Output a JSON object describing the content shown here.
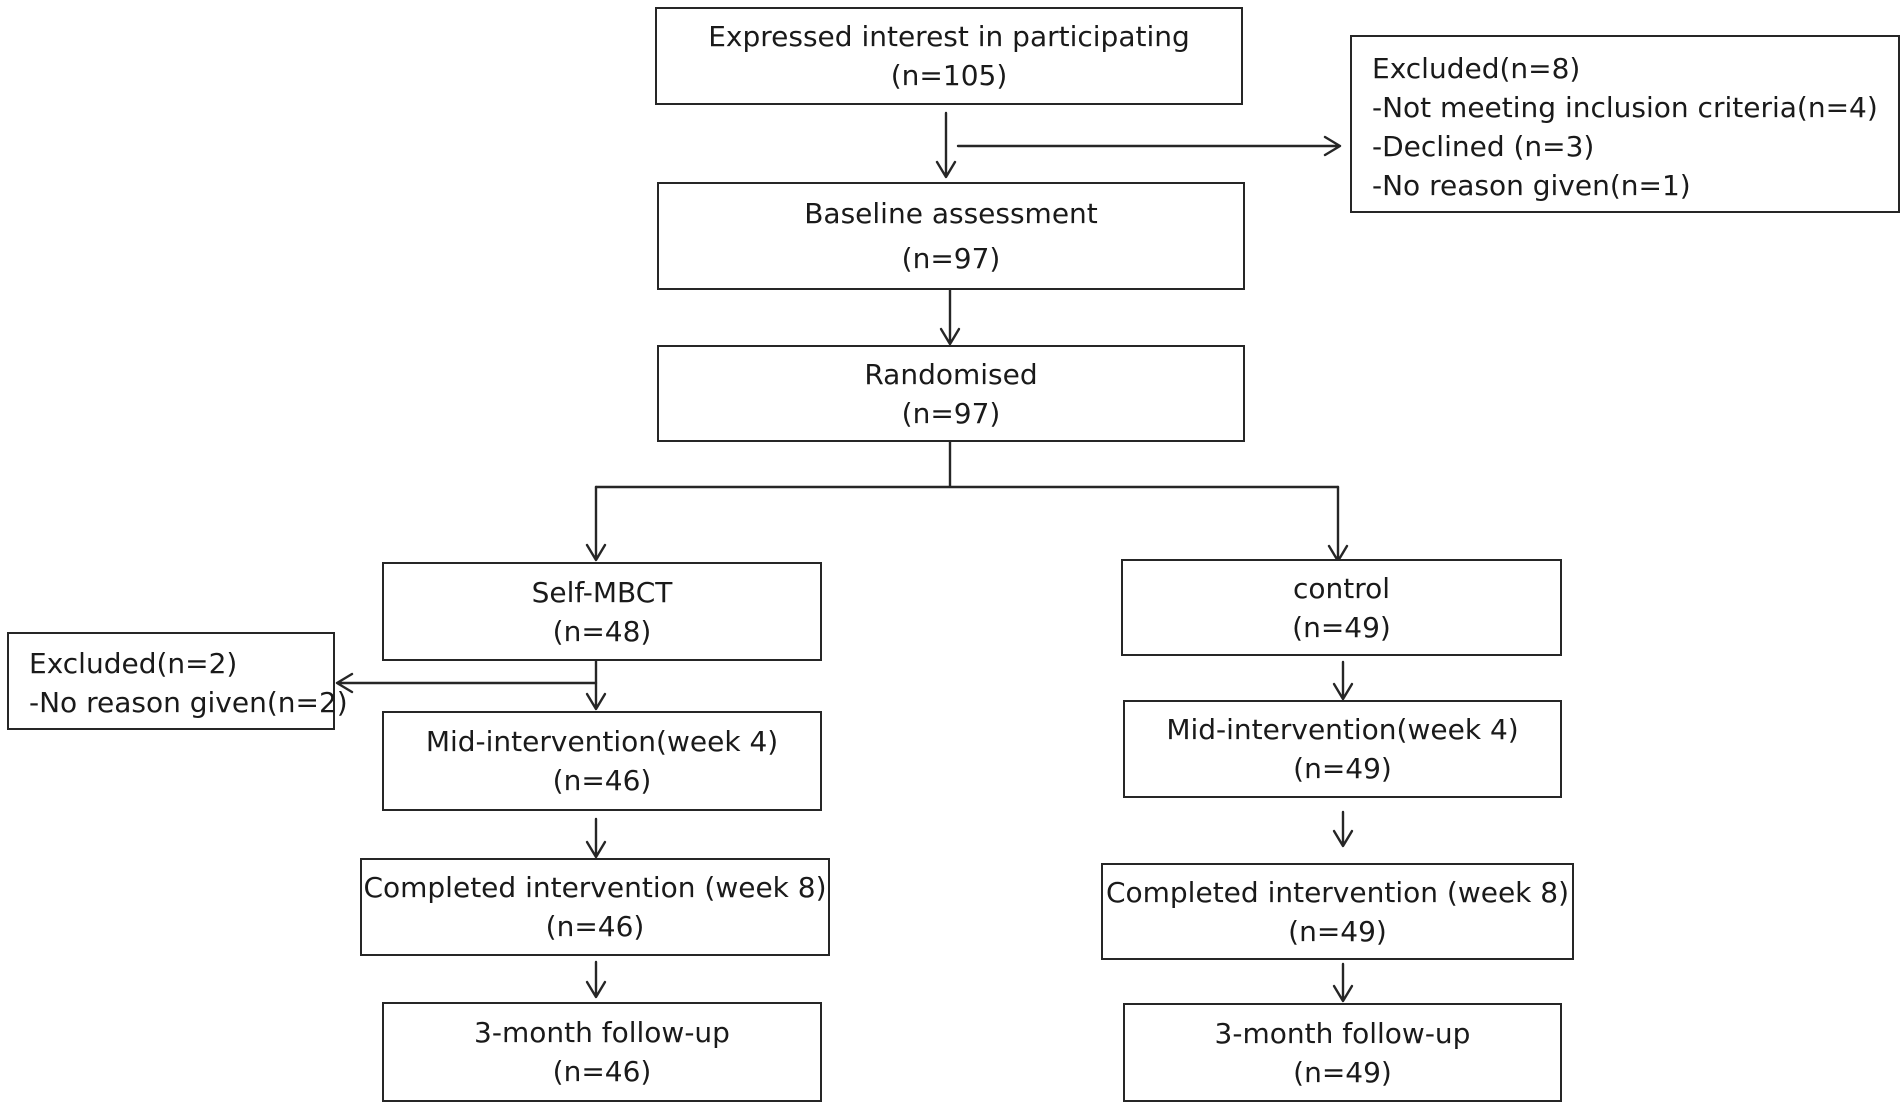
{
  "flowchart": {
    "interest": {
      "title": "Expressed interest in participating",
      "count": "(n=105)"
    },
    "excluded_top": {
      "title": "Excluded(n=8)",
      "reasons": [
        "-Not meeting inclusion criteria(n=4)",
        "-Declined (n=3)",
        "-No reason given(n=1)"
      ]
    },
    "baseline": {
      "title": "Baseline assessment",
      "count": "(n=97)"
    },
    "randomised": {
      "title": "Randomised",
      "count": "(n=97)"
    },
    "self_mbct": {
      "group": {
        "title": "Self-MBCT",
        "count": "(n=48)"
      },
      "excluded": {
        "title": "Excluded(n=2)",
        "reason": "-No reason given(n=2)"
      },
      "mid": {
        "title": "Mid-intervention(week 4)",
        "count": "(n=46)"
      },
      "completed": {
        "title": "Completed intervention (week 8)",
        "count": "(n=46)"
      },
      "followup": {
        "title": "3-month follow-up",
        "count": "(n=46)"
      }
    },
    "control": {
      "group": {
        "title": "control",
        "count": "(n=49)"
      },
      "mid": {
        "title": "Mid-intervention(week 4)",
        "count": "(n=49)"
      },
      "completed": {
        "title": "Completed intervention (week 8)",
        "count": "(n=49)"
      },
      "followup": {
        "title": "3-month follow-up",
        "count": "(n=49)"
      }
    }
  }
}
